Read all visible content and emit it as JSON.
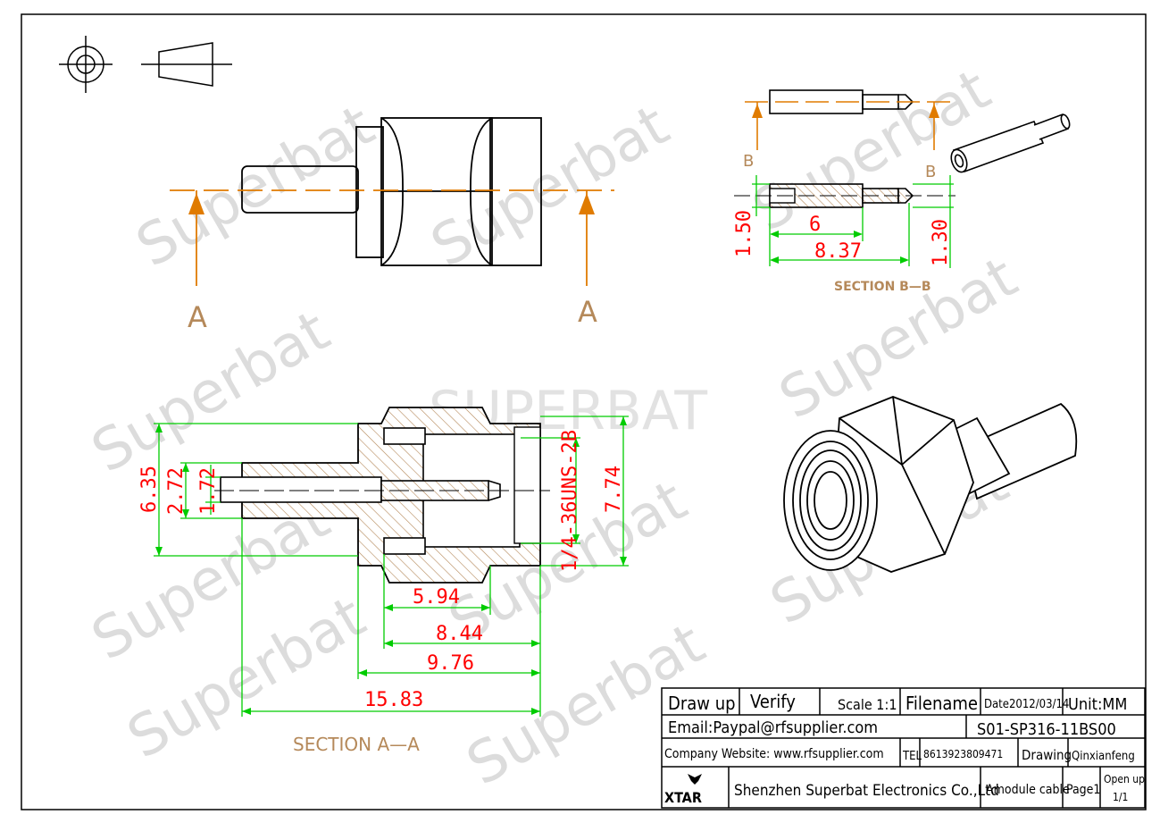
{
  "watermark": {
    "brand": "Superbat",
    "center": "SUPERBAT"
  },
  "section_aa": {
    "cut_label_left": "A",
    "cut_label_right": "A",
    "title": "SECTION A—A",
    "dims": {
      "d635": "6.35",
      "d272": "2.72",
      "d172": "1.72",
      "thread": "1/4-36UNS-2B",
      "d774": "7.74",
      "d594": "5.94",
      "d844": "8.44",
      "d976": "9.76",
      "d1583": "15.83"
    }
  },
  "section_bb": {
    "cut_label_left": "B",
    "cut_label_right": "B",
    "title": "SECTION B—B",
    "dims": {
      "d6": "6",
      "d837": "8.37",
      "d150": "1.50",
      "d130": "1.30"
    }
  },
  "title_block": {
    "draw_up": "Draw up",
    "verify": "Verify",
    "scale": "Scale 1:1",
    "filename": "Filename",
    "date": "Date2012/03/14",
    "unit": "Unit:MM",
    "email": "Email:Paypal@rfsupplier.com",
    "part_no": "S01-SP316-11BS00",
    "website": "Company Website:  www.rfsupplier.com",
    "tel_label": "TEL",
    "tel": "8613923809471",
    "drawing": "Drawing",
    "drawer": "Qinxianfeng",
    "logo_text": "XTAR",
    "company": "Shenzhen Superbat Electronics Co.,Ltd",
    "product": "Amodule cable",
    "page": "Page1",
    "open_up": "Open up",
    "open_up_pages": "1/1"
  },
  "colors": {
    "dimension": "#ff0000",
    "extension": "#00cc00",
    "label": "#b5895a",
    "line": "#000000",
    "cut_arrow": "#e07b00"
  }
}
